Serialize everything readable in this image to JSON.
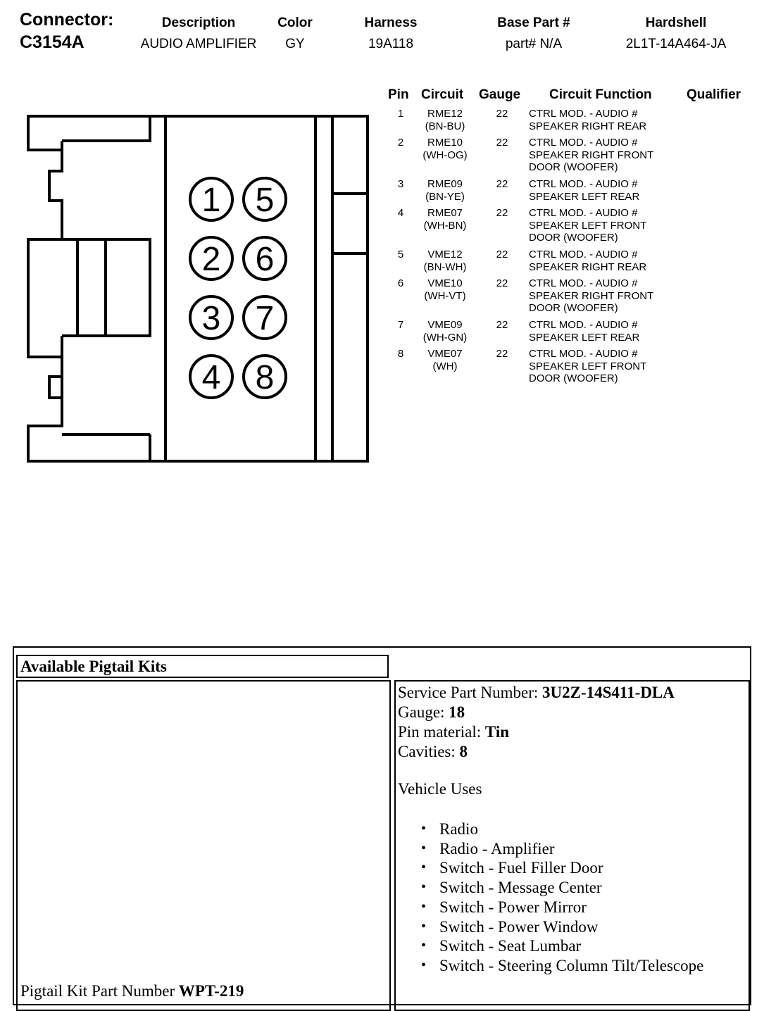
{
  "header": {
    "connector_label": "Connector:",
    "connector_id": "C3154A",
    "columns": [
      {
        "label": "Description",
        "value": "AUDIO AMPLIFIER"
      },
      {
        "label": "Color",
        "value": "GY"
      },
      {
        "label": "Harness",
        "value": "19A118"
      },
      {
        "label": "Base Part #",
        "value": "part# N/A"
      },
      {
        "label": "Hardshell",
        "value": "2L1T-14A464-JA"
      }
    ]
  },
  "connector_diagram": {
    "pin_numbers": [
      "1",
      "5",
      "2",
      "6",
      "3",
      "7",
      "4",
      "8"
    ]
  },
  "pin_table": {
    "headers": {
      "pin": "Pin",
      "circuit": "Circuit",
      "gauge": "Gauge",
      "function": "Circuit Function",
      "qualifier": "Qualifier"
    },
    "rows": [
      {
        "pin": "1",
        "circuit": "RME12",
        "color": "(BN-BU)",
        "gauge": "22",
        "function": [
          "CTRL MOD. - AUDIO #",
          "SPEAKER RIGHT REAR"
        ]
      },
      {
        "pin": "2",
        "circuit": "RME10",
        "color": "(WH-OG)",
        "gauge": "22",
        "function": [
          "CTRL MOD. - AUDIO #",
          "SPEAKER RIGHT FRONT",
          "DOOR (WOOFER)"
        ]
      },
      {
        "pin": "3",
        "circuit": "RME09",
        "color": "(BN-YE)",
        "gauge": "22",
        "function": [
          "CTRL MOD. - AUDIO #",
          "SPEAKER LEFT REAR"
        ]
      },
      {
        "pin": "4",
        "circuit": "RME07",
        "color": "(WH-BN)",
        "gauge": "22",
        "function": [
          "CTRL MOD. - AUDIO #",
          "SPEAKER LEFT FRONT",
          "DOOR (WOOFER)"
        ]
      },
      {
        "pin": "5",
        "circuit": "VME12",
        "color": "(BN-WH)",
        "gauge": "22",
        "function": [
          "CTRL MOD. - AUDIO #",
          "SPEAKER RIGHT REAR"
        ]
      },
      {
        "pin": "6",
        "circuit": "VME10",
        "color": "(WH-VT)",
        "gauge": "22",
        "function": [
          "CTRL MOD. - AUDIO #",
          "SPEAKER RIGHT FRONT",
          "DOOR (WOOFER)"
        ]
      },
      {
        "pin": "7",
        "circuit": "VME09",
        "color": "(WH-GN)",
        "gauge": "22",
        "function": [
          "CTRL MOD. - AUDIO #",
          "SPEAKER LEFT REAR"
        ]
      },
      {
        "pin": "8",
        "circuit": "VME07",
        "color": "(WH)",
        "gauge": "22",
        "function": [
          "CTRL MOD. - AUDIO #",
          "SPEAKER LEFT FRONT",
          "DOOR (WOOFER)"
        ]
      }
    ]
  },
  "pigtail": {
    "header": "Available Pigtail Kits",
    "kit_label": "Pigtail Kit Part Number ",
    "kit_number": "WPT-219",
    "service_part_label": "Service Part Number: ",
    "service_part_value": "3U2Z-14S411-DLA",
    "gauge_label": "Gauge: ",
    "gauge_value": "18",
    "pin_material_label": "Pin material: ",
    "pin_material_value": "Tin",
    "cavities_label": "Cavities: ",
    "cavities_value": "8",
    "vehicle_uses_label": "Vehicle Uses",
    "vehicle_uses": [
      "Radio",
      "Radio - Amplifier",
      "Switch - Fuel Filler Door",
      "Switch - Message Center",
      "Switch - Power Mirror",
      "Switch - Power Window",
      "Switch - Seat Lumbar",
      "Switch - Steering Column Tilt/Telescope"
    ]
  }
}
